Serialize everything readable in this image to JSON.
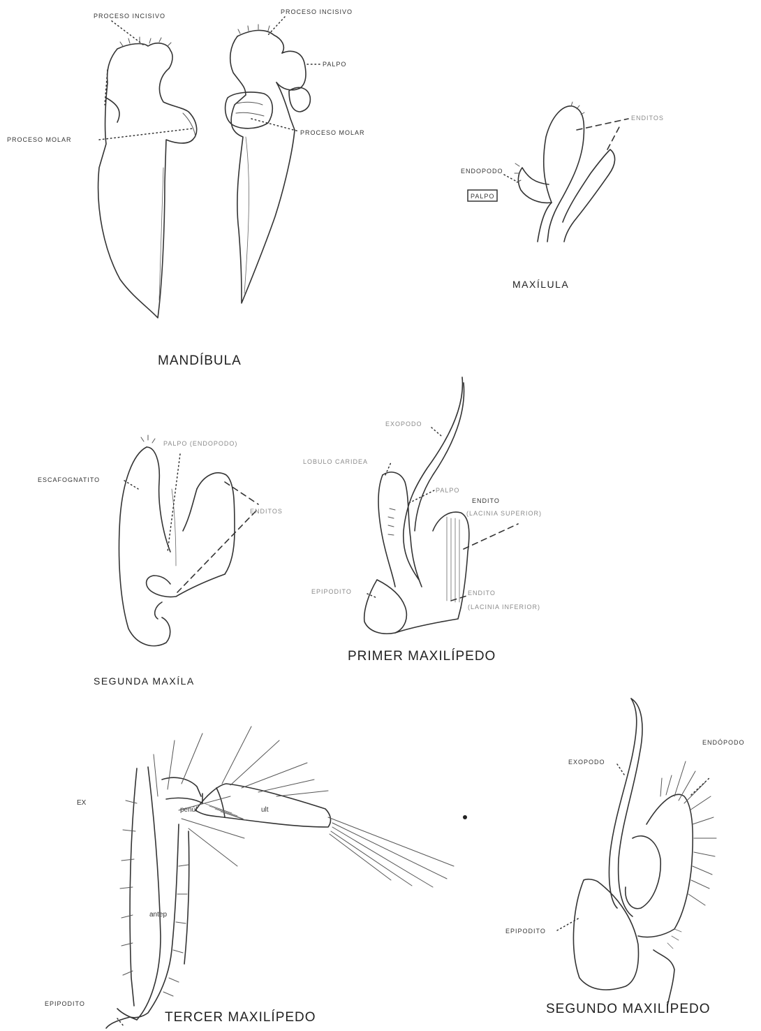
{
  "mandibula": {
    "title": "MANDÍBULA",
    "proceso_incisivo_left": "PROCESO INCISIVO",
    "proceso_incisivo_right": "PROCESO INCISIVO",
    "palpo": "PALPO",
    "proceso_molar_left": "PROCESO MOLAR",
    "proceso_molar_right": "PROCESO MOLAR"
  },
  "maxilula": {
    "title": "MAXÍLULA",
    "enditos": "ENDITOS",
    "endopodo": "ENDOPODO",
    "palpo": "PALPO"
  },
  "segunda_maxila": {
    "title": "SEGUNDA MAXÍLA",
    "escafognatito": "ESCAFOGNATITO",
    "palpo_endopodo": "PALPO (ENDOPODO)",
    "enditos": "ENDITOS"
  },
  "primer_maxilipedo": {
    "title": "PRIMER MAXILÍPEDO",
    "exopodo": "EXOPODO",
    "lobulo_caridea": "LOBULO CARIDEA",
    "palpo": "PALPO",
    "endito_1": "ENDITO",
    "lacinia_superior": "(LACINIA SUPERIOR)",
    "epipodito": "EPIPODITO",
    "endito_2": "ENDITO",
    "lacinia_inferior": "(LACINIA INFERIOR)"
  },
  "tercer_maxilipedo": {
    "title": "TERCER MAXILÍPEDO",
    "exopodo": "EX",
    "penult": "penúl",
    "ult": "ult",
    "antep": "antep",
    "epipodito": "EPIPODITO"
  },
  "segundo_maxilipedo": {
    "title": "SEGUNDO MAXILÍPEDO",
    "exopodo": "EXOPODO",
    "endopodo": "ENDÓPODO",
    "epipodito": "EPIPODITO"
  }
}
